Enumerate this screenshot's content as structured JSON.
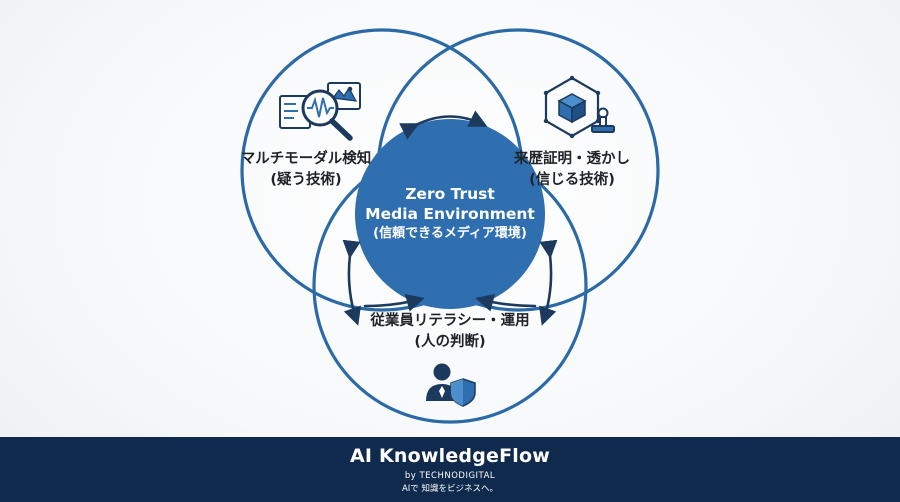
{
  "diagram": {
    "colors": {
      "ring": "#2b6aa6",
      "center_fill": "#2f6fb0",
      "arrow": "#1b3a5e",
      "icon_stroke": "#1b3a5e",
      "icon_accent": "#2f6fb0"
    },
    "center": {
      "line1": "Zero Trust",
      "line2": "Media Environment",
      "line3": "(信頼できるメディア環境)"
    },
    "left": {
      "line1": "マルチモーダル検知",
      "line2": "(疑う技術)",
      "icon": "magnifier-waveform-icon"
    },
    "right": {
      "line1": "来歴証明・透かし",
      "line2": "(信じる技術)",
      "icon": "cube-stamp-icon"
    },
    "bottom": {
      "line1": "従業員リテラシー・運用",
      "line2": "(人の判断)",
      "icon": "person-shield-icon"
    }
  },
  "footer": {
    "brand": "AI KnowledgeFlow",
    "by": "by TECHNODIGITAL",
    "tagline": "AIで 知識をビジネスへ。",
    "background": "#0f2a4d"
  }
}
